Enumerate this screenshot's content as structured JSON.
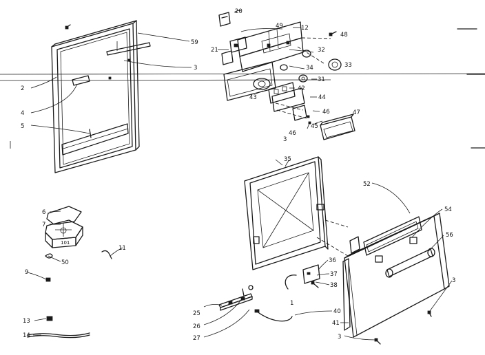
{
  "callouts": {
    "c2": "2",
    "c3a": "3",
    "c4": "4",
    "c5": "5",
    "c59": "59",
    "c20": "20",
    "c49": "49",
    "c12": "12",
    "c48": "48",
    "c21": "21",
    "c32": "32",
    "c33": "33",
    "c34": "34",
    "c31": "31",
    "c42": "42",
    "c43": "43",
    "c44": "44",
    "c46a": "46",
    "c47": "47",
    "c45": "45",
    "c46b": "46",
    "c3b": "3",
    "c35": "35",
    "c52": "52",
    "c54": "54",
    "c56": "56",
    "c6": "6",
    "c7": "7",
    "c50": "50",
    "c11": "11",
    "c9": "9",
    "c13": "13",
    "c14": "14",
    "c36": "36",
    "c37": "37",
    "c38": "38",
    "c3c": "3",
    "c1": "1",
    "c25": "25",
    "c26": "26",
    "c27": "27",
    "c40": "40",
    "c41": "41",
    "c3d": "3"
  }
}
